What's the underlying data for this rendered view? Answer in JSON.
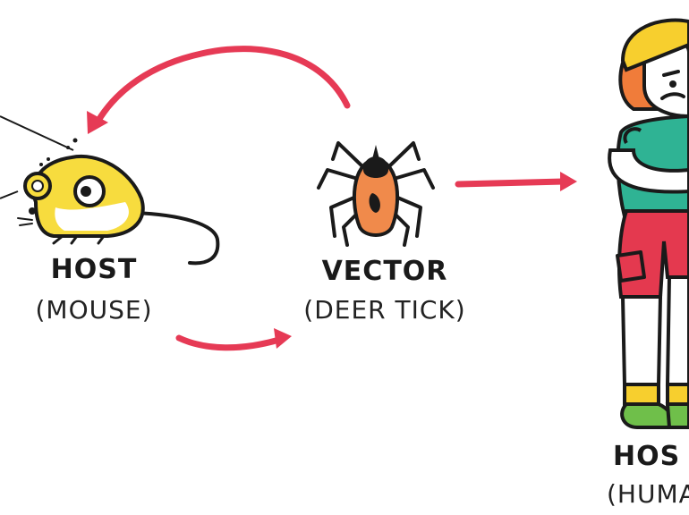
{
  "colors": {
    "arrow": "#e63a55",
    "outline": "#1a1a1a",
    "mouse_body": "#f7dc3e",
    "mouse_belly": "#ffffff",
    "tick_body": "#f08a4b",
    "human_shirt": "#2fb394",
    "human_shorts": "#e4394f",
    "human_hair": "#f07c3a",
    "human_hat": "#f7cf2e",
    "human_shoes": "#6fbf4a",
    "human_skin": "#ffffff"
  },
  "nodes": {
    "mouse": {
      "title": "HOST",
      "subtitle": "(MOUSE)",
      "icon": "mouse-icon"
    },
    "tick": {
      "title": "VECTOR",
      "subtitle": "(DEER TICK)",
      "icon": "tick-icon"
    },
    "human": {
      "title": "HOS",
      "subtitle": "(HUMA",
      "icon": "human-icon"
    }
  },
  "edges": [
    {
      "from": "tick",
      "to": "mouse",
      "kind": "curved-arrow"
    },
    {
      "from": "mouse",
      "to": "tick",
      "kind": "curved-arrow"
    },
    {
      "from": "tick",
      "to": "human",
      "kind": "straight-arrow"
    }
  ]
}
